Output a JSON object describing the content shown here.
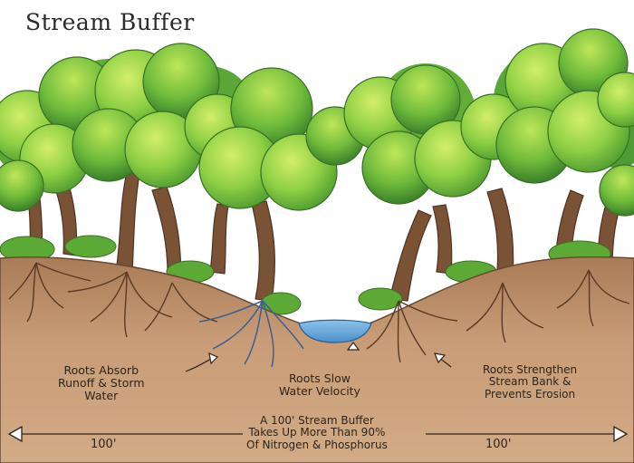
{
  "title": "Stream Buffer",
  "labels": {
    "absorb": [
      "Roots Absorb",
      "Runoff & Storm",
      "Water"
    ],
    "slow": [
      "Roots Slow",
      "Water Velocity"
    ],
    "strengthen": [
      "Roots Strengthen",
      "Stream Bank &",
      "Prevents Erosion"
    ],
    "buffer": [
      "A 100' Stream Buffer",
      "Takes Up More Than 90%",
      "Of Nitrogen & Phosphorus"
    ],
    "distance_left": "100'",
    "distance_right": "100'"
  },
  "colors": {
    "soil": "#c79a74",
    "soil_dark": "#a97b57",
    "water": "#6aa7d8",
    "foliage_light": "#b9e04a",
    "foliage_mid": "#79c43c",
    "foliage_dark": "#3f8f2d",
    "trunk": "#7a5236",
    "roots": "#5a3a24"
  }
}
